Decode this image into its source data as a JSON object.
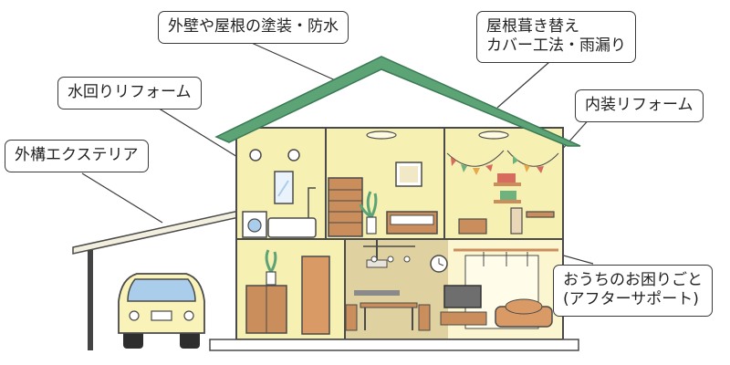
{
  "labels": {
    "exterior_wall_roof_paint": "外壁や屋根の塗装・防水",
    "roof_replace_line1": "屋根葺き替え",
    "roof_replace_line2": "カバー工法・雨漏り",
    "water_area": "水回りリフォーム",
    "interior": "内装リフォーム",
    "exterior_landscaping": "外構エクステリア",
    "after_support_line1": "おうちのお困りごと",
    "after_support_line2": "(アフターサポート)"
  },
  "colors": {
    "roof": "#5ca476",
    "wall": "#f7f0b3",
    "furniture": "#c98e5c",
    "outline": "#4a4a4a",
    "car_body": "#faf3b9",
    "car_window": "#a9cdea",
    "bunting": [
      "#d76b5e",
      "#6fb27e",
      "#e6a94e"
    ]
  },
  "icons": [
    "house-icon",
    "car-icon",
    "carport-icon",
    "bathtub-icon",
    "washing-machine-icon",
    "bed-icon",
    "plant-icon",
    "clock-icon",
    "tv-icon",
    "sofa-icon",
    "range-hood-icon"
  ]
}
